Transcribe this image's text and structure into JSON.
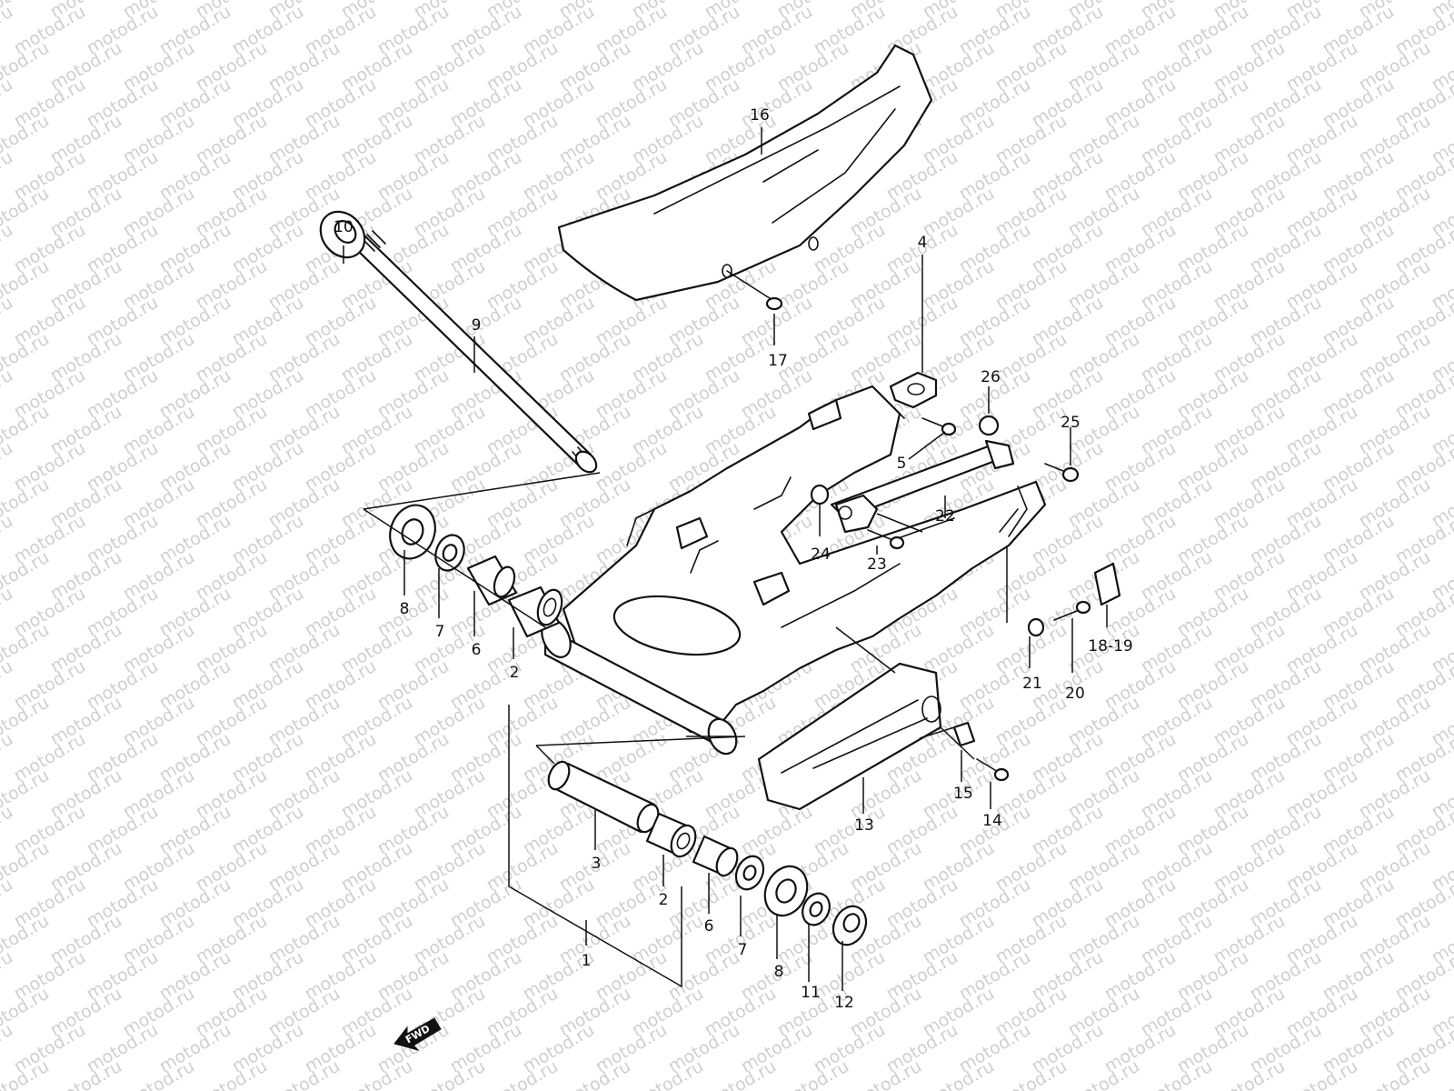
{
  "watermark": {
    "text": "motod.ru"
  },
  "fwd_marker": {
    "label": "FWD"
  },
  "callouts": [
    {
      "id": "1",
      "label": "1"
    },
    {
      "id": "2a",
      "label": "2"
    },
    {
      "id": "2b",
      "label": "2"
    },
    {
      "id": "3",
      "label": "3"
    },
    {
      "id": "4",
      "label": "4"
    },
    {
      "id": "5",
      "label": "5"
    },
    {
      "id": "6a",
      "label": "6"
    },
    {
      "id": "6b",
      "label": "6"
    },
    {
      "id": "7a",
      "label": "7"
    },
    {
      "id": "7b",
      "label": "7"
    },
    {
      "id": "8a",
      "label": "8"
    },
    {
      "id": "8b",
      "label": "8"
    },
    {
      "id": "9",
      "label": "9"
    },
    {
      "id": "10",
      "label": "10"
    },
    {
      "id": "11",
      "label": "11"
    },
    {
      "id": "12",
      "label": "12"
    },
    {
      "id": "13",
      "label": "13"
    },
    {
      "id": "14",
      "label": "14"
    },
    {
      "id": "15",
      "label": "15"
    },
    {
      "id": "16",
      "label": "16"
    },
    {
      "id": "17",
      "label": "17"
    },
    {
      "id": "18-19",
      "label": "18-19"
    },
    {
      "id": "20",
      "label": "20"
    },
    {
      "id": "21",
      "label": "21"
    },
    {
      "id": "22",
      "label": "22"
    },
    {
      "id": "23",
      "label": "23"
    },
    {
      "id": "24",
      "label": "24"
    },
    {
      "id": "25",
      "label": "25"
    },
    {
      "id": "26",
      "label": "26"
    }
  ]
}
